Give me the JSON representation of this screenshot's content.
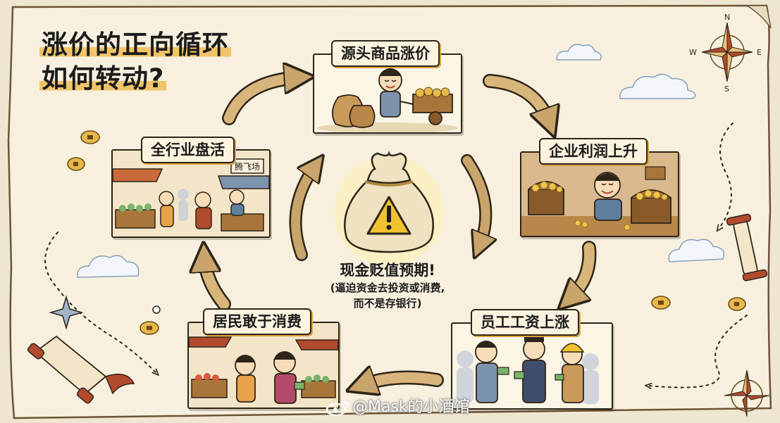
{
  "title": {
    "line1": "涨价的正向循环",
    "line2": "如何转动?"
  },
  "cycle": {
    "steps": [
      {
        "label": "源头商品涨价"
      },
      {
        "label": "企业利润上升"
      },
      {
        "label": "员工工资上涨"
      },
      {
        "label": "居民敢于消费"
      },
      {
        "label": "全行业盘活"
      }
    ],
    "center": {
      "main": "现金贬值预期!",
      "sub_line1": "(逼迫资金去投资或消费,",
      "sub_line2": "而不是存银行)",
      "icon": "money-bag-warning-icon"
    }
  },
  "shop_sign": "腾飞场",
  "compass": {
    "n": "N",
    "e": "E",
    "s": "S",
    "w": "W"
  },
  "watermark": "@Mask的小酒馆",
  "colors": {
    "parchment": "#efe6d2",
    "arrow": "#c9a56b",
    "highlight": "#f2c46a",
    "outline": "#2e2418",
    "warning": "#f2c230"
  }
}
